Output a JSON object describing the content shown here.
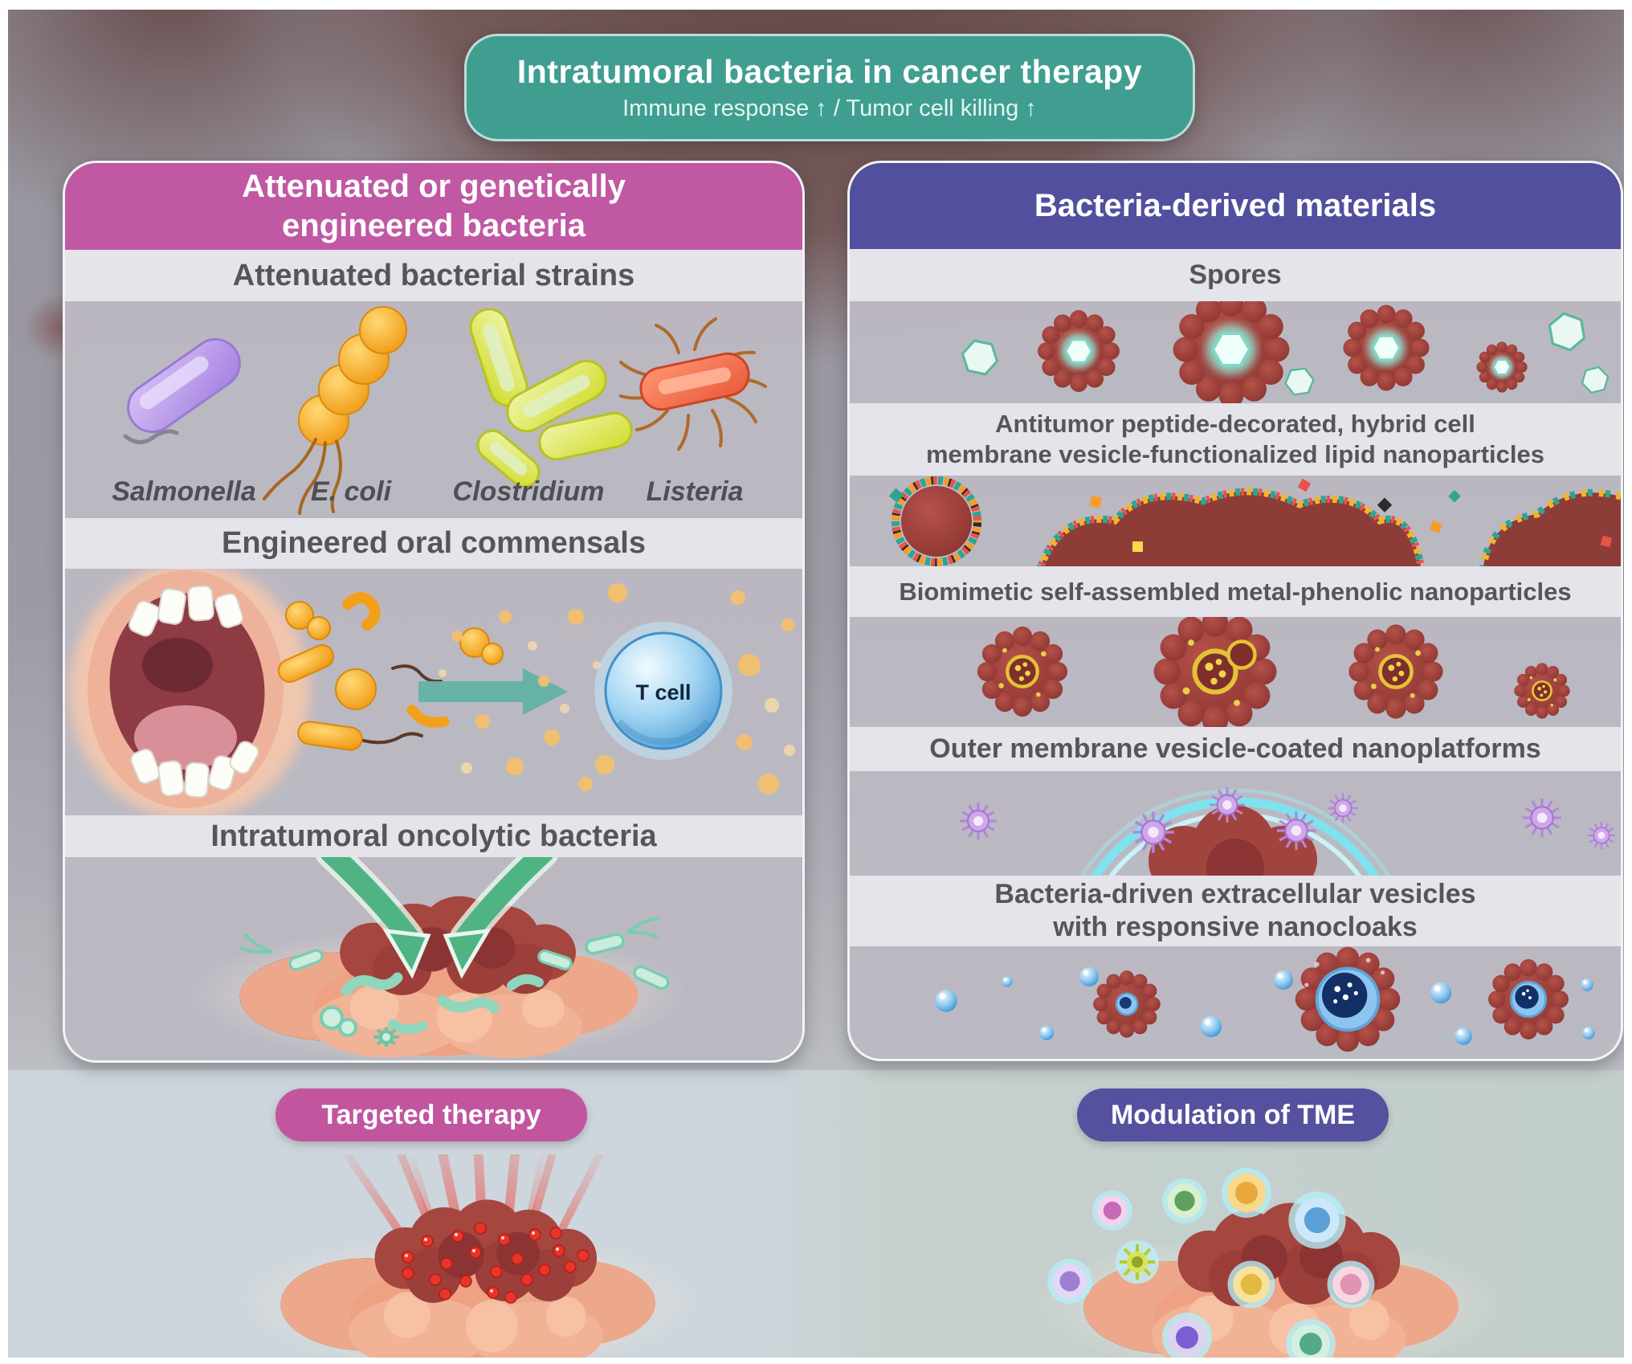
{
  "banner": {
    "title": "Intratumoral bacteria in cancer therapy",
    "subtitle": "Immune response ↑ / Tumor cell killing ↑",
    "bg_color": "#3f9e90"
  },
  "left_panel": {
    "title": "Attenuated or genetically\nengineered bacteria",
    "header_color": "#c158a4",
    "strains_label": "Attenuated bacterial strains",
    "bacteria": [
      "Salmonella",
      "E. coli",
      "Clostridium",
      "Listeria"
    ],
    "oral_label": "Engineered oral commensals",
    "tcell_label": "T cell",
    "oncolytic_label": "Intratumoral oncolytic bacteria"
  },
  "right_panel": {
    "title": "Bacteria-derived materials",
    "header_color": "#524f9e",
    "spores_label": "Spores",
    "hybrid_label": "Antitumor peptide-decorated, hybrid cell\nmembrane vesicle-functionalized lipid nanoparticles",
    "biomimetic_label": "Biomimetic self-assembled metal-phenolic nanoparticles",
    "omv_label": "Outer membrane vesicle-coated nanoplatforms",
    "ev_label": "Bacteria-driven extracellular vesicles\nwith responsive nanocloaks"
  },
  "footer": {
    "targeted_label": "Targeted therapy",
    "tme_label": "Modulation of TME",
    "targeted_color": "#c1569f",
    "tme_color": "#55519e"
  },
  "icons": {
    "salmonella-icon": "purple rod with flagellum",
    "ecoli-icon": "orange coccobacilli chain with flagella",
    "clostridium-icon": "yellow-green rods",
    "listeria-icon": "red rod with peritrichous flagella",
    "mouth-icon": "open mouth releasing oral commensal bacteria",
    "arrow-right-icon": "teal delivery arrow",
    "tcell-icon": "blue T cell sphere",
    "tumor-icon": "tumor mass",
    "green-arrow-icon": "curved injection arrow",
    "spore-icon": "red spore with crystalline core",
    "hexagon-crystal-icon": "pale hexagonal crystal",
    "lipid-nanoparticle-icon": "peptide-decorated lipid nanoparticle",
    "metal-phenolic-icon": "nanoparticle with metal-phenolic core",
    "omv-icon": "purple outer membrane vesicle",
    "dome-icon": "cyan protective membrane dome",
    "vesicle-icon": "blue extracellular vesicle",
    "immune-cell-icon": "glowing immune cell"
  }
}
